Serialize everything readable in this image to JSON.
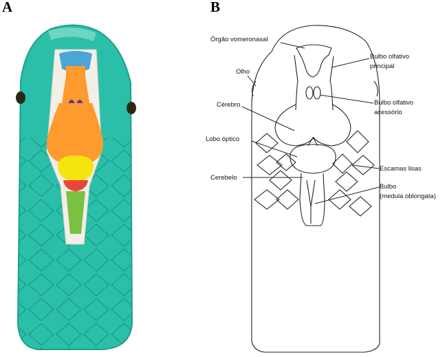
{
  "panels": {
    "a": {
      "letter": "A"
    },
    "b": {
      "letter": "B"
    }
  },
  "labels": {
    "orgao_vomeronasal": "Órgão vomeronasal",
    "olho": "Olho",
    "cerebro": "Cérebro",
    "lobo_optico": "Lobo óptico",
    "cerebelo": "Cerebelo",
    "bulbo_olfativo_principal_l1": "Bulbo olfativo",
    "bulbo_olfativo_principal_l2": "principal",
    "bulbo_olfativo_acessorio_l1": "Bulbo olfativo",
    "bulbo_olfativo_acessorio_l2": "acessório",
    "escamas_lisas": "Escamas lisas",
    "bulbo_l1": "Bulbo",
    "bulbo_l2": "(medula oblongata)"
  },
  "colors": {
    "head": "#2bbfa9",
    "head_dark": "#1f9e8c",
    "olfactory_blue": "#4aa6d6",
    "brain_orange": "#ff9a2e",
    "accessory_purple": "#5b3d8c",
    "optic_yellow": "#f4e40f",
    "cerebellum_red": "#e8463a",
    "medulla_green": "#7bc043",
    "eye": "#2a2a12"
  }
}
